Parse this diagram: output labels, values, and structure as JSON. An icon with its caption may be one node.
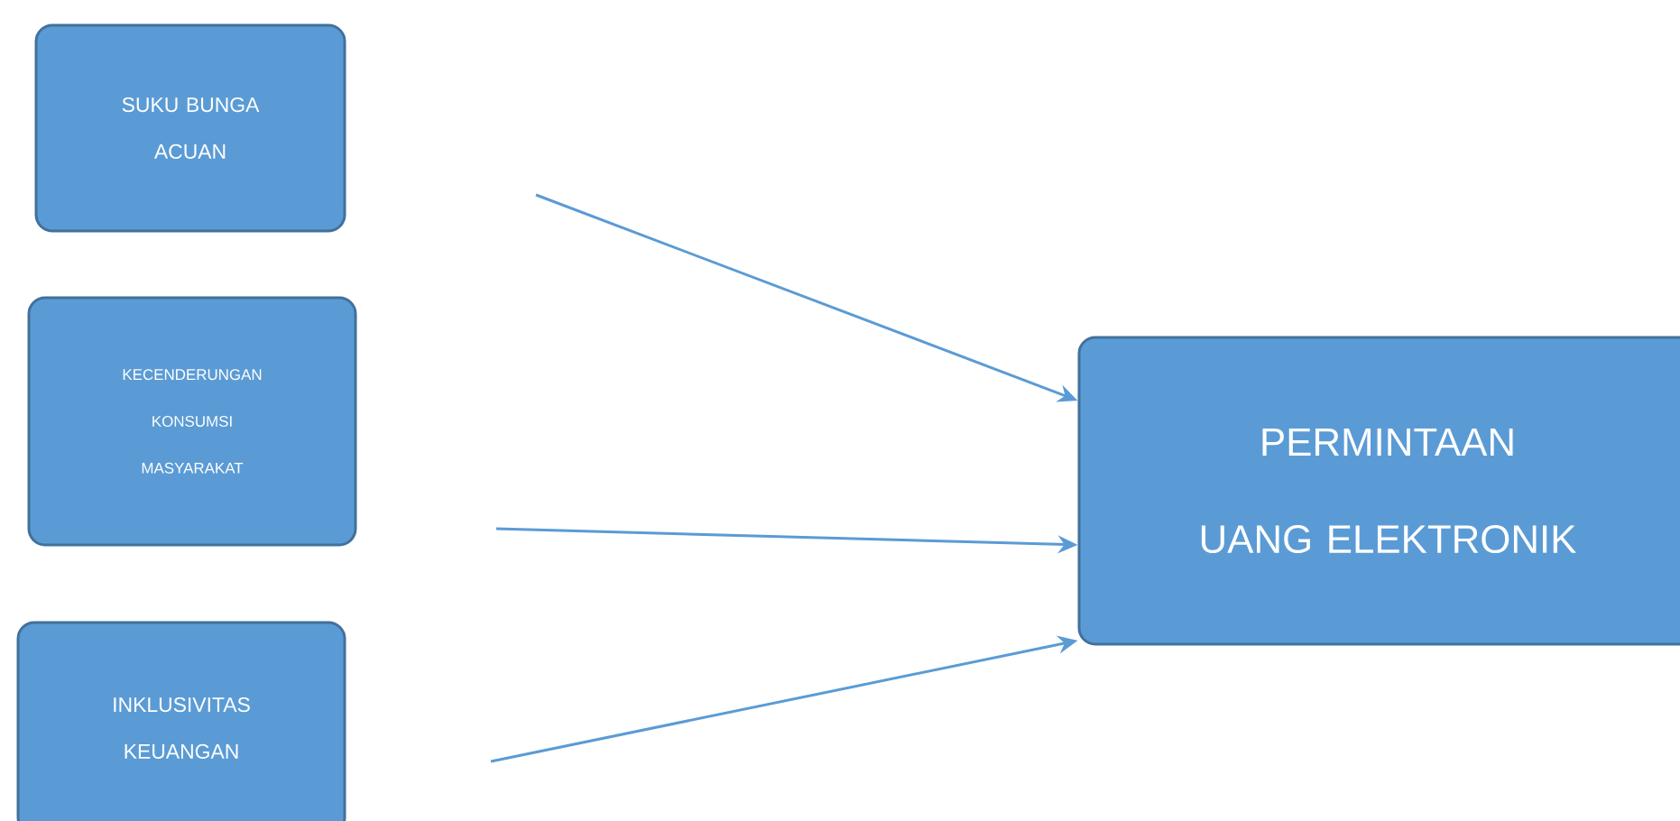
{
  "diagram": {
    "nodes": [
      {
        "text": [
          "SUKU BUNGA ACUAN"
        ]
      },
      {
        "text": [
          "KECENDERUNGAN KONSUMSI MASYARAKAT"
        ]
      },
      {
        "text": [
          "INKLUSIVITAS KEUANGAN"
        ]
      },
      {
        "text": [
          "PERMINTAAN UANG ELEKTRONIK"
        ]
      }
    ],
    "edges": [
      {
        "from": null,
        "to": 3,
        "arrow": "to"
      },
      {
        "from": null,
        "to": 3,
        "arrow": "to"
      },
      {
        "from": null,
        "to": 3,
        "arrow": "to"
      }
    ]
  }
}
